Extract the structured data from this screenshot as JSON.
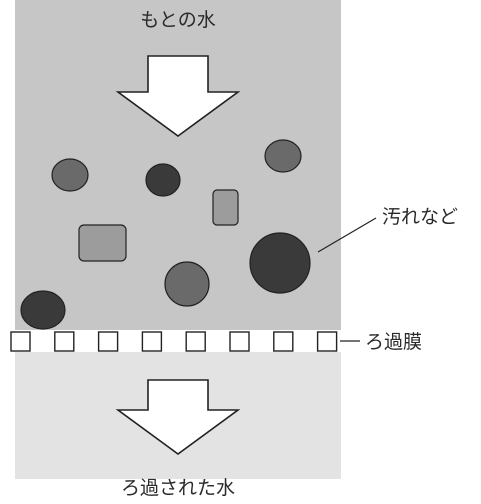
{
  "labels": {
    "source_water": "もとの水",
    "filtered_water": "ろ過された水",
    "contaminants": "汚れなど",
    "membrane": "ろ過膜"
  },
  "colors": {
    "upper_water": "#c6c6c6",
    "lower_water": "#e3e3e3",
    "arrow_fill": "#ffffff",
    "arrow_stroke": "#222222",
    "particle_dark": "#3a3a3a",
    "particle_mid": "#6a6a6a",
    "particle_light": "#9c9c9c",
    "membrane_square": "#ffffff"
  },
  "icons": {
    "flow_arrow": "down-arrow-icon"
  }
}
